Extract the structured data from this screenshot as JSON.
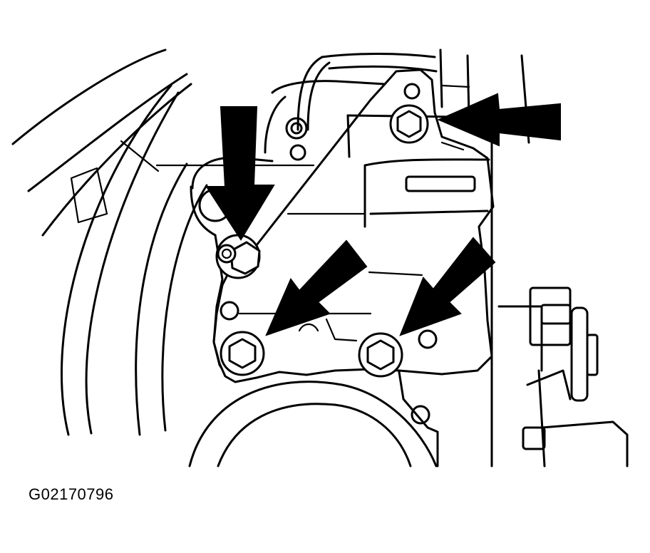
{
  "figure": {
    "code": "G02170796"
  },
  "colors": {
    "line": "#000000",
    "background": "#ffffff"
  },
  "callouts": [
    {
      "id": "arrow-upper-left-bolt",
      "target": "stud-nut"
    },
    {
      "id": "arrow-upper-right-bolt",
      "target": "bracket-bolt-top"
    },
    {
      "id": "arrow-lower-left-bolt",
      "target": "bracket-bolt-lower-left"
    },
    {
      "id": "arrow-lower-right-bolt",
      "target": "bracket-bolt-lower-right"
    }
  ]
}
